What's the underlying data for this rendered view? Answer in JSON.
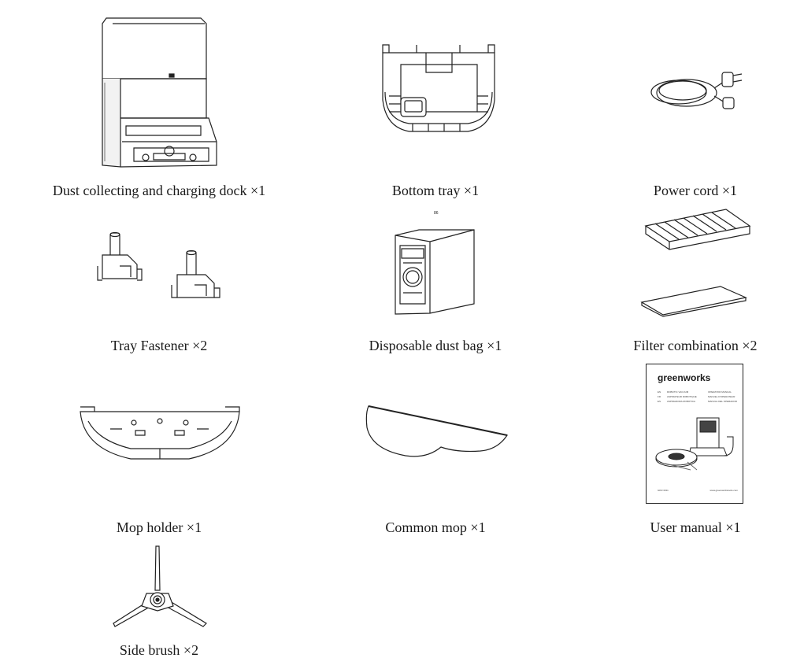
{
  "items": [
    {
      "label": "Dust collecting and charging dock ×1"
    },
    {
      "label": "Bottom tray ×1"
    },
    {
      "label": "Power cord ×1"
    },
    {
      "label": "Tray Fastener ×2"
    },
    {
      "label": "Disposable dust bag ×1"
    },
    {
      "label": "Filter combination ×2"
    },
    {
      "label": "Mop holder ×1"
    },
    {
      "label": "Common mop ×1"
    },
    {
      "label": "User manual ×1"
    },
    {
      "label": "Side brush ×2"
    }
  ],
  "manual": {
    "brand": "greenworks",
    "model_code": "GRV-3011",
    "website": "www.greenworkstools.com",
    "toc": [
      {
        "lang": "EN",
        "title": "ROBOTIC VACUUM",
        "doc": "OPERATOR MANUAL"
      },
      {
        "lang": "FR",
        "title": "ASPIRATEUR ROBOTIQUE",
        "doc": "MANUEL D'OPERATEUR"
      },
      {
        "lang": "ES",
        "title": "ASPIRADORA ROBOTICA",
        "doc": "MANUAL DEL OPERADOR"
      }
    ]
  },
  "bag_marker": "86"
}
